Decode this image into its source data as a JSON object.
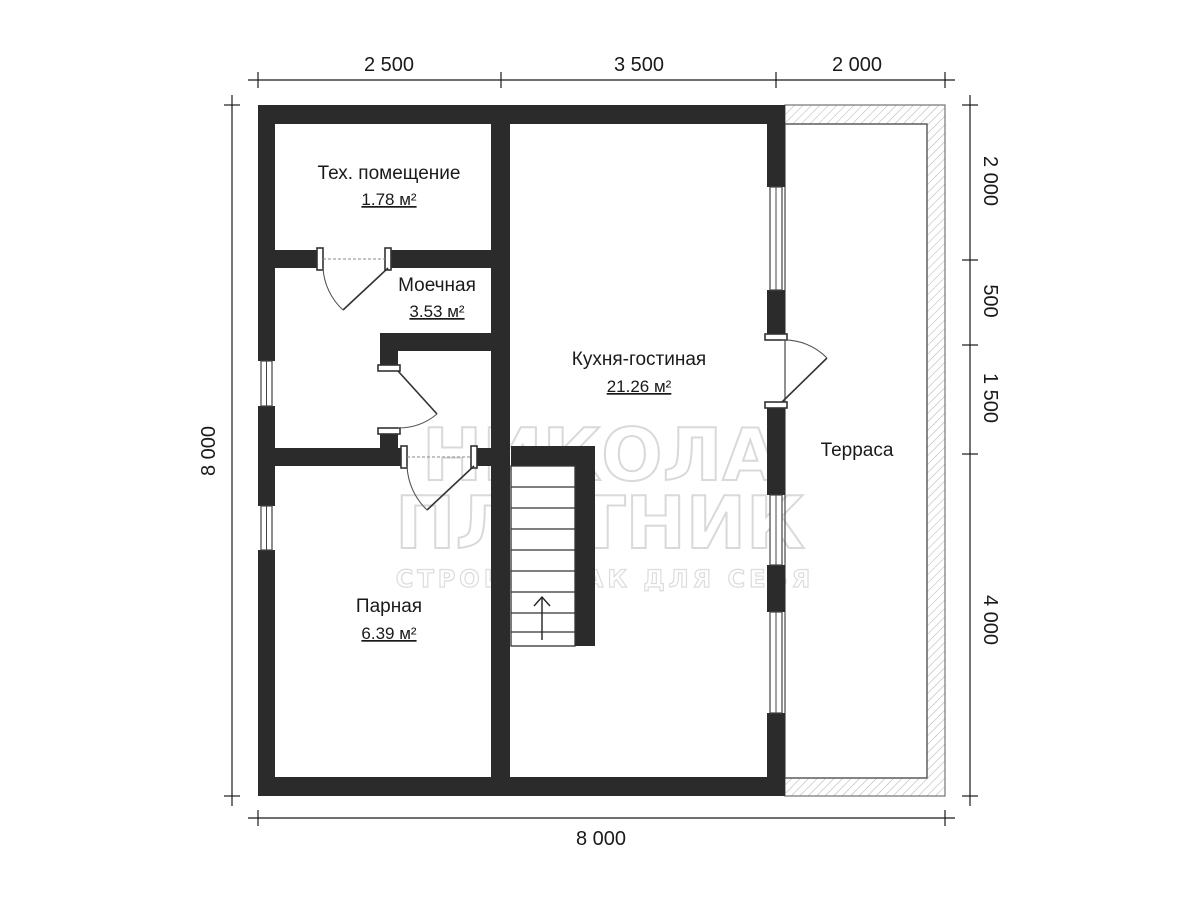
{
  "plan": {
    "dimensions": {
      "top": [
        "2 500",
        "3 500",
        "2 000"
      ],
      "bottom": "8 000",
      "left": "8 000",
      "right": [
        "2 000",
        "500",
        "1 500",
        "4 000"
      ]
    },
    "rooms": [
      {
        "name": "Тех. помещение",
        "area": "1.78 м²"
      },
      {
        "name": "Моечная",
        "area": "3.53 м²"
      },
      {
        "name": "Кухня-гостиная",
        "area": "21.26 м²"
      },
      {
        "name": "Парная",
        "area": "6.39 м²"
      },
      {
        "name": "Терраса",
        "area": ""
      }
    ],
    "watermark": {
      "line1": "НИКОЛА",
      "line2": "ПЛОТНИК",
      "line3": "СТРОИМ, КАК ДЛЯ СЕБЯ"
    }
  },
  "colors": {
    "wall": "#2b2b2b",
    "background": "#ffffff",
    "watermark": "#d9d9d9"
  }
}
